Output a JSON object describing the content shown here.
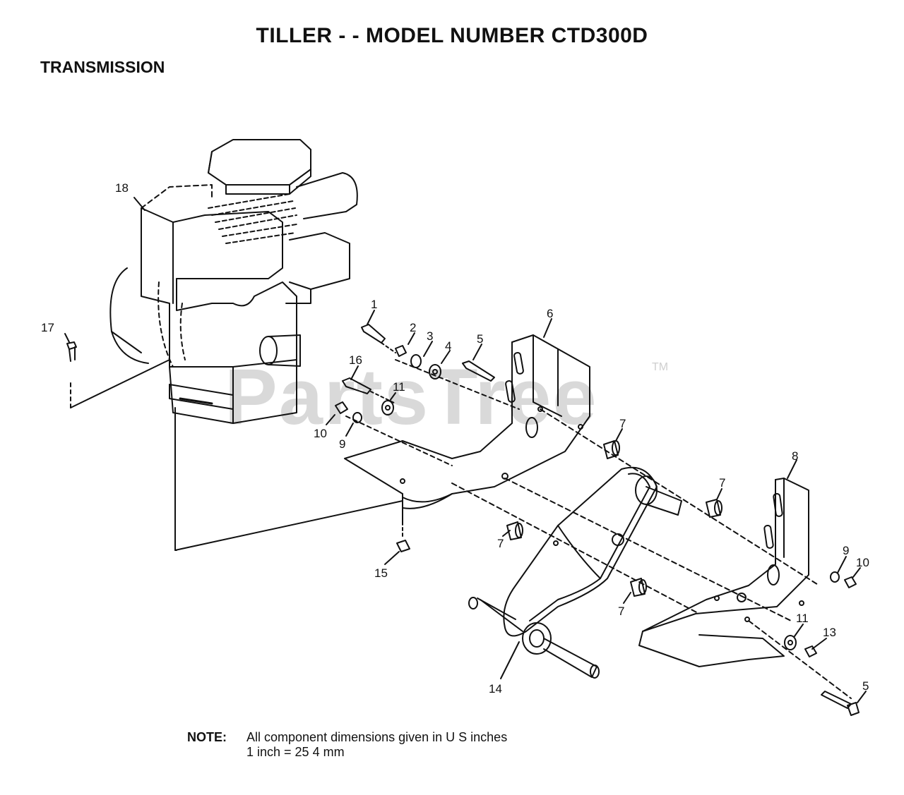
{
  "header": {
    "title": "TILLER - - MODEL NUMBER CTD300D",
    "section": "TRANSMISSION"
  },
  "watermark": {
    "text": "PartsTree",
    "tm": "TM"
  },
  "callouts": [
    {
      "id": "c1",
      "label": "1"
    },
    {
      "id": "c2",
      "label": "2"
    },
    {
      "id": "c3",
      "label": "3"
    },
    {
      "id": "c4",
      "label": "4"
    },
    {
      "id": "c5a",
      "label": "5"
    },
    {
      "id": "c5b",
      "label": "5"
    },
    {
      "id": "c6",
      "label": "6"
    },
    {
      "id": "c7a",
      "label": "7"
    },
    {
      "id": "c7b",
      "label": "7"
    },
    {
      "id": "c7c",
      "label": "7"
    },
    {
      "id": "c7d",
      "label": "7"
    },
    {
      "id": "c8",
      "label": "8"
    },
    {
      "id": "c9a",
      "label": "9"
    },
    {
      "id": "c9b",
      "label": "9"
    },
    {
      "id": "c10a",
      "label": "10"
    },
    {
      "id": "c10b",
      "label": "10"
    },
    {
      "id": "c11a",
      "label": "11"
    },
    {
      "id": "c11b",
      "label": "11"
    },
    {
      "id": "c13",
      "label": "13"
    },
    {
      "id": "c14",
      "label": "14"
    },
    {
      "id": "c15",
      "label": "15"
    },
    {
      "id": "c16",
      "label": "16"
    },
    {
      "id": "c17",
      "label": "17"
    },
    {
      "id": "c18",
      "label": "18"
    }
  ],
  "note": {
    "label": "NOTE:",
    "line1": "All component dimensions given in U S  inches",
    "line2": "1 inch = 25 4 mm"
  },
  "colors": {
    "ink": "#111111",
    "watermark": "#d9d9d9"
  }
}
